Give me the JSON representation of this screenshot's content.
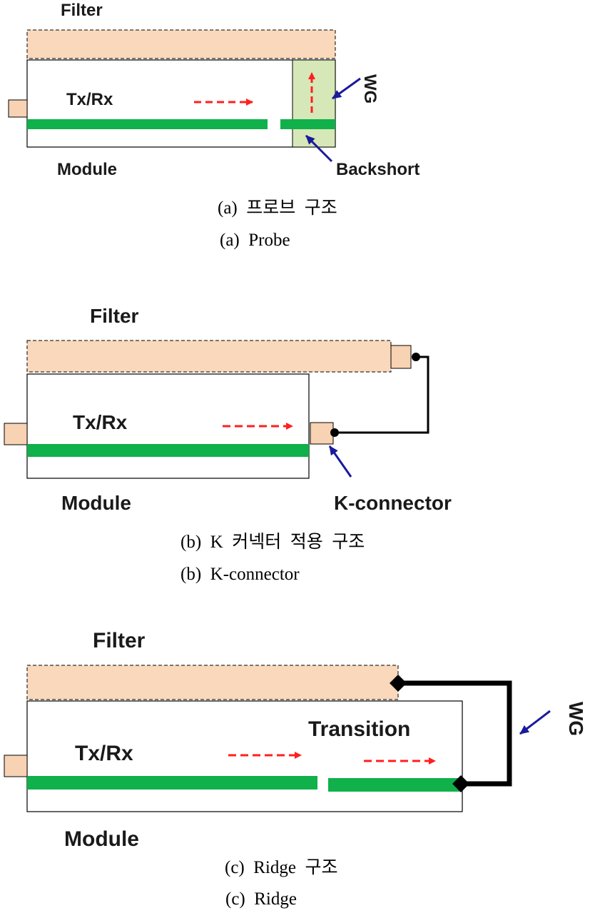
{
  "colors": {
    "filter_fill": "#f9d8bb",
    "port_fill": "#f7d2b3",
    "microstrip": "#10b04a",
    "signal_arrow": "#ff1f1f",
    "pointer_arrow": "#1a1a9c",
    "waveguide_fill": "#d6e8b8",
    "line": "#000000"
  },
  "diagram_a": {
    "filter_label": "Filter",
    "txrx_label": "Tx/Rx",
    "module_label": "Module",
    "wg_label": "WG",
    "backshort_label": "Backshort",
    "caption_kr": "(a)  프로브  구조",
    "caption_en": "(a)  Probe"
  },
  "diagram_b": {
    "filter_label": "Filter",
    "txrx_label": "Tx/Rx",
    "module_label": "Module",
    "connector_label": "K-connector",
    "caption_kr": "(b)  K  커넥터  적용  구조",
    "caption_en": "(b)  K-connector"
  },
  "diagram_c": {
    "filter_label": "Filter",
    "txrx_label": "Tx/Rx",
    "module_label": "Module",
    "transition_label": "Transition",
    "wg_label": "WG",
    "caption_kr": "(c)  Ridge  구조",
    "caption_en": "(c)  Ridge"
  }
}
